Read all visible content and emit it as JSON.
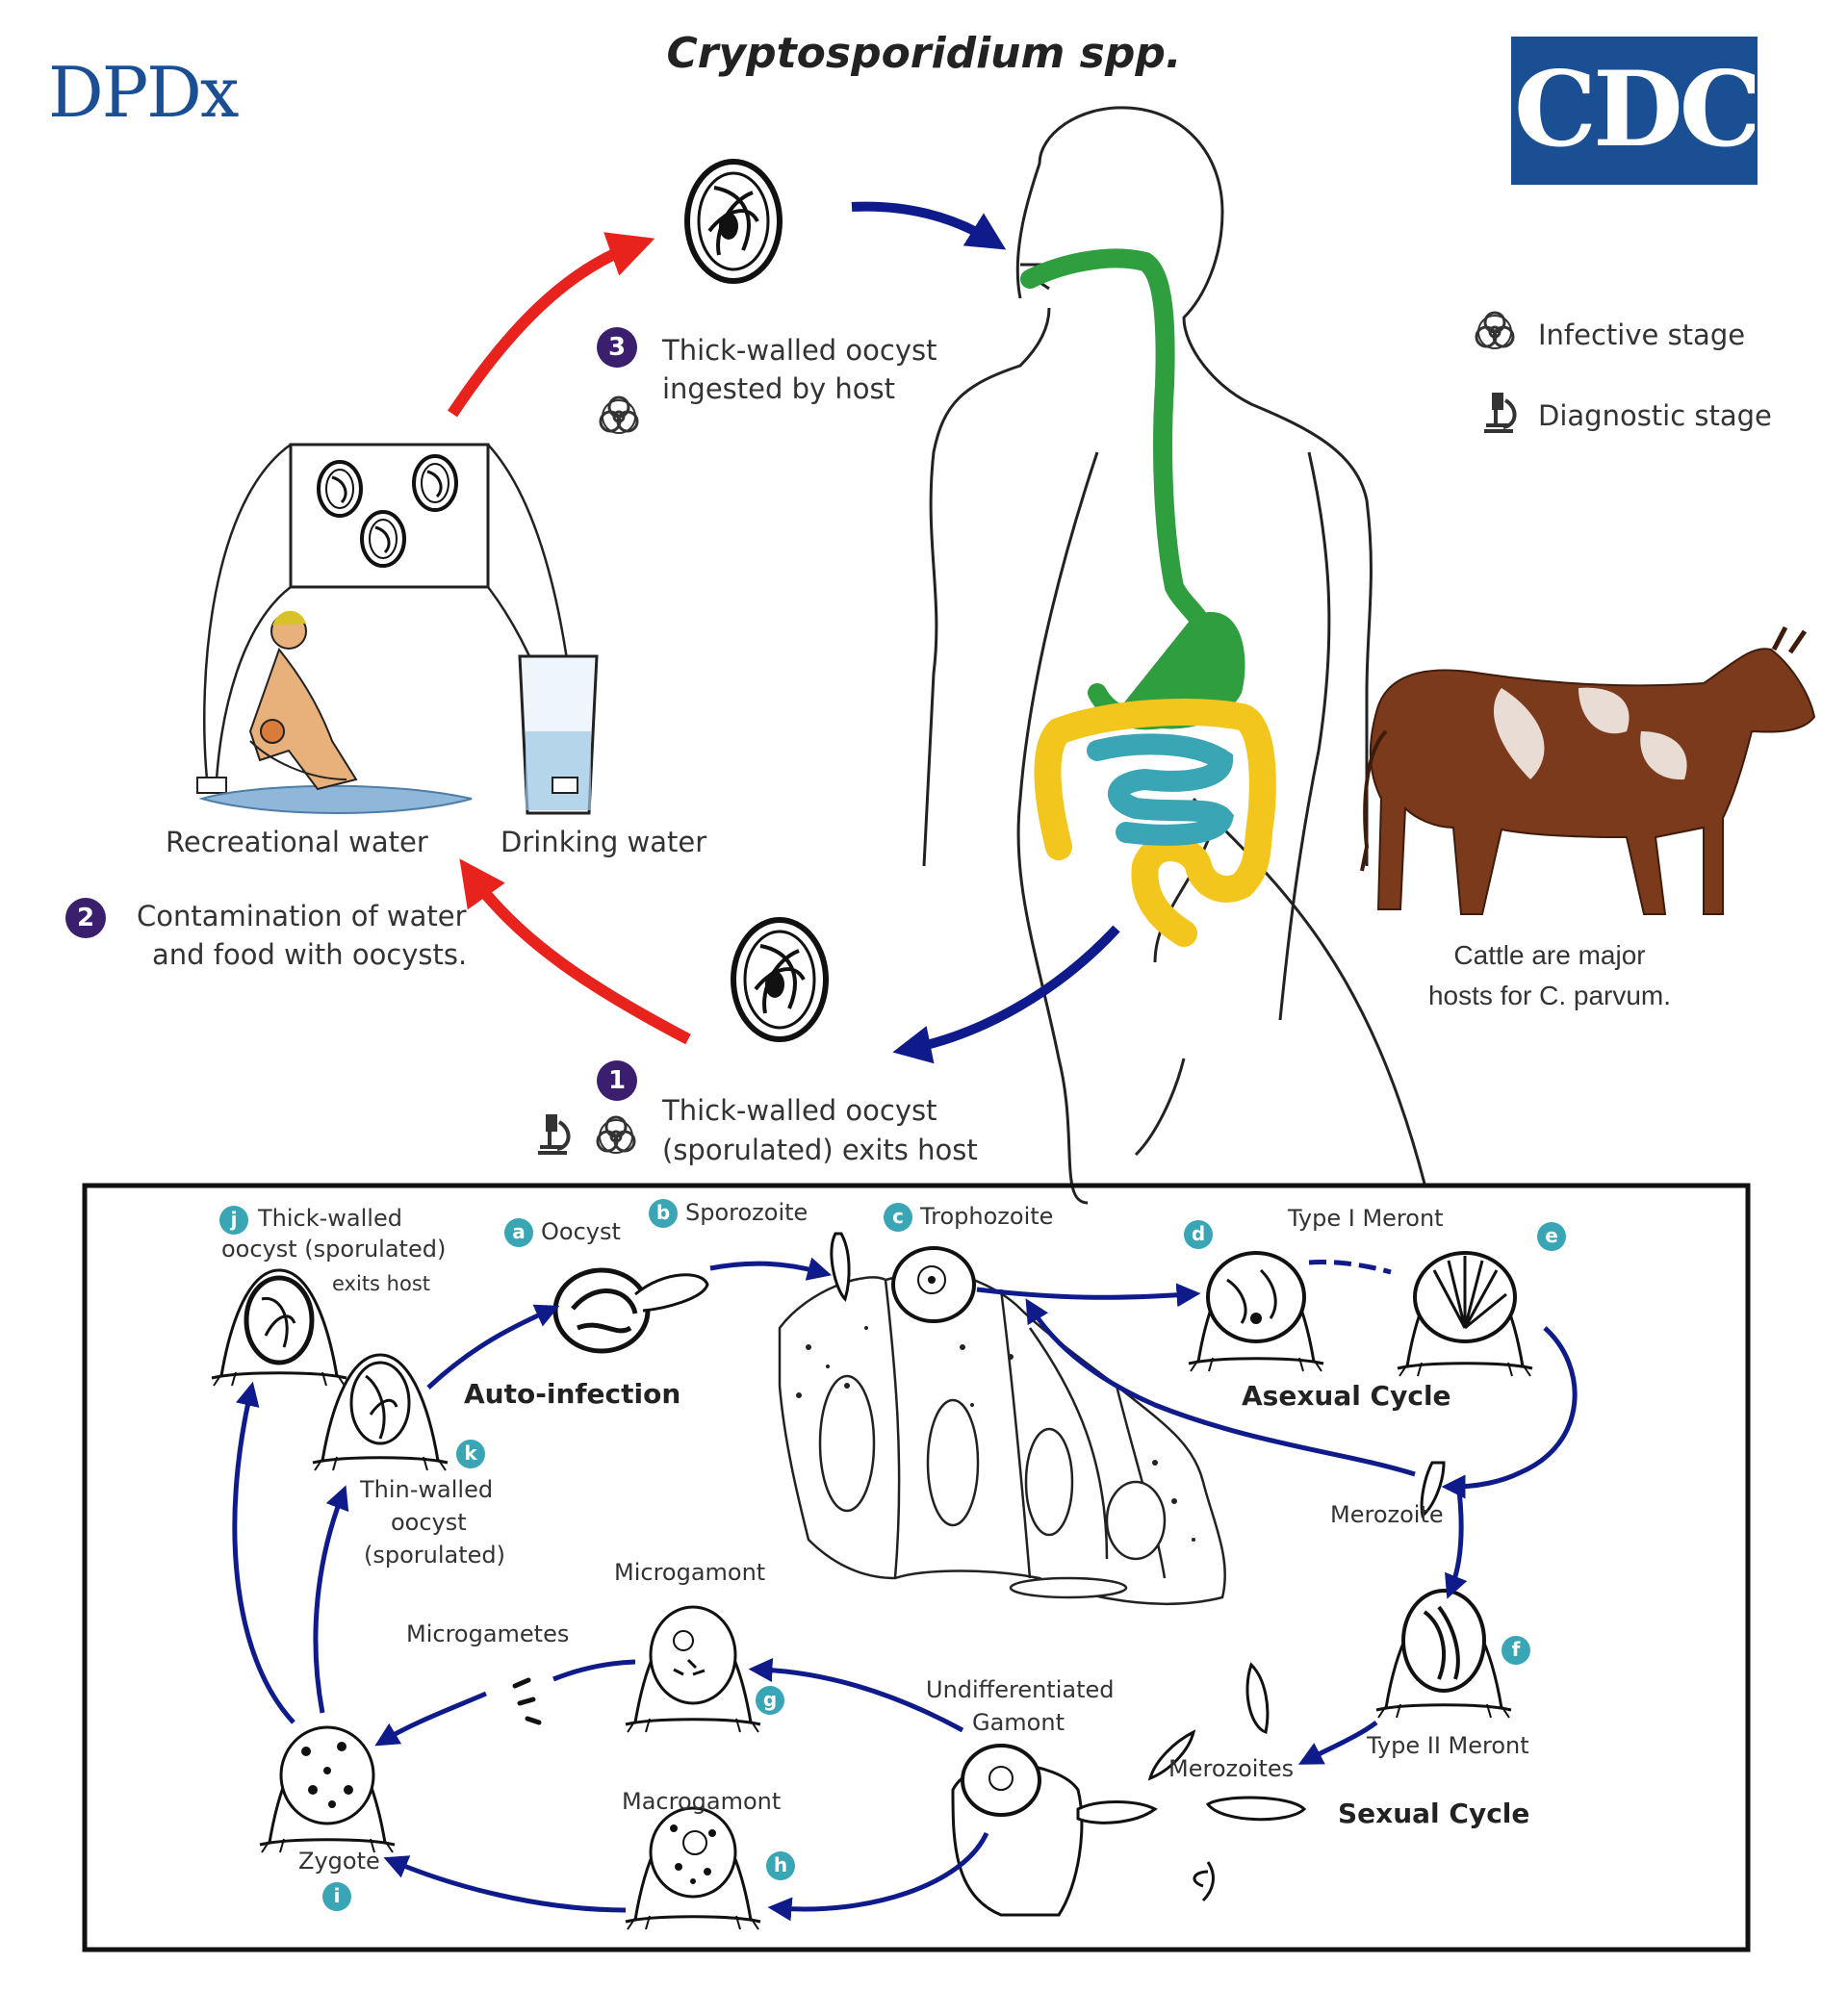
{
  "header": {
    "title": "Cryptosporidium spp.",
    "dpdx_logo": "DPDx",
    "cdc_logo": "CDC"
  },
  "legend": {
    "infective": "Infective stage",
    "diagnostic": "Diagnostic stage",
    "infective_icon": "biohazard-icon",
    "diagnostic_icon": "microscope-icon"
  },
  "steps": {
    "step1": {
      "number": "1",
      "line1": "Thick-walled oocyst",
      "line2": "(sporulated) exits host"
    },
    "step2": {
      "number": "2",
      "line1": "Contamination of water",
      "line2": "and food with oocysts."
    },
    "step3": {
      "number": "3",
      "line1": "Thick-walled oocyst",
      "line2": "ingested by host"
    }
  },
  "sources": {
    "recreational": "Recreational water",
    "drinking": "Drinking water"
  },
  "cattle": {
    "line1": "Cattle are major",
    "line2": "hosts for C. parvum."
  },
  "cycle": {
    "j": {
      "letter": "j",
      "line1": "Thick-walled",
      "line2": "oocyst (sporulated)",
      "line3": "exits host"
    },
    "a": {
      "letter": "a",
      "label": "Oocyst"
    },
    "b": {
      "letter": "b",
      "label": "Sporozoite"
    },
    "c": {
      "letter": "c",
      "label": "Trophozoite"
    },
    "d": {
      "letter": "d"
    },
    "type1": "Type I Meront",
    "e": {
      "letter": "e"
    },
    "auto_infection": "Auto-infection",
    "asexual_cycle": "Asexual Cycle",
    "k": {
      "letter": "k",
      "line1": "Thin-walled",
      "line2": "oocyst",
      "line3": "(sporulated)"
    },
    "merozoite": "Merozoite",
    "microgamont": "Microgamont",
    "microgametes": "Microgametes",
    "g": {
      "letter": "g"
    },
    "undiff1": "Undifferentiated",
    "undiff2": "Gamont",
    "f": {
      "letter": "f"
    },
    "type2": "Type II Meront",
    "merozoites": "Merozoites",
    "sexual_cycle": "Sexual Cycle",
    "macrogamont": "Macrogamont",
    "h": {
      "letter": "h"
    },
    "zygote": "Zygote",
    "i": {
      "letter": "i"
    }
  },
  "colors": {
    "red_arrow": "#e8221c",
    "blue_arrow": "#0f1b8a",
    "digestive_green": "#2e9e3e",
    "colon_yellow": "#f3c61e",
    "intestine_teal": "#3aa5b5",
    "number_badge": "#3b1f6e",
    "letter_badge": "#3aa5b5",
    "cdc_blue": "#1b4f93",
    "cow_brown": "#7b3a1c"
  }
}
